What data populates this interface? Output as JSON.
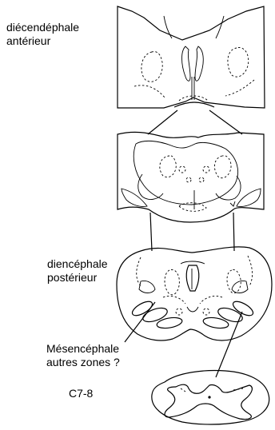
{
  "labels": {
    "anterior_line1": "diécendéphale",
    "anterior_line2": "antérieur",
    "posterior_line1": "diencéphale",
    "posterior_line2": "postérieur",
    "mesencephale_line1": "Mésencéphale",
    "mesencephale_line2": "autres zones ?",
    "spinal_level": "C7-8"
  },
  "colors": {
    "ink": "#000000",
    "paper": "#ffffff"
  }
}
